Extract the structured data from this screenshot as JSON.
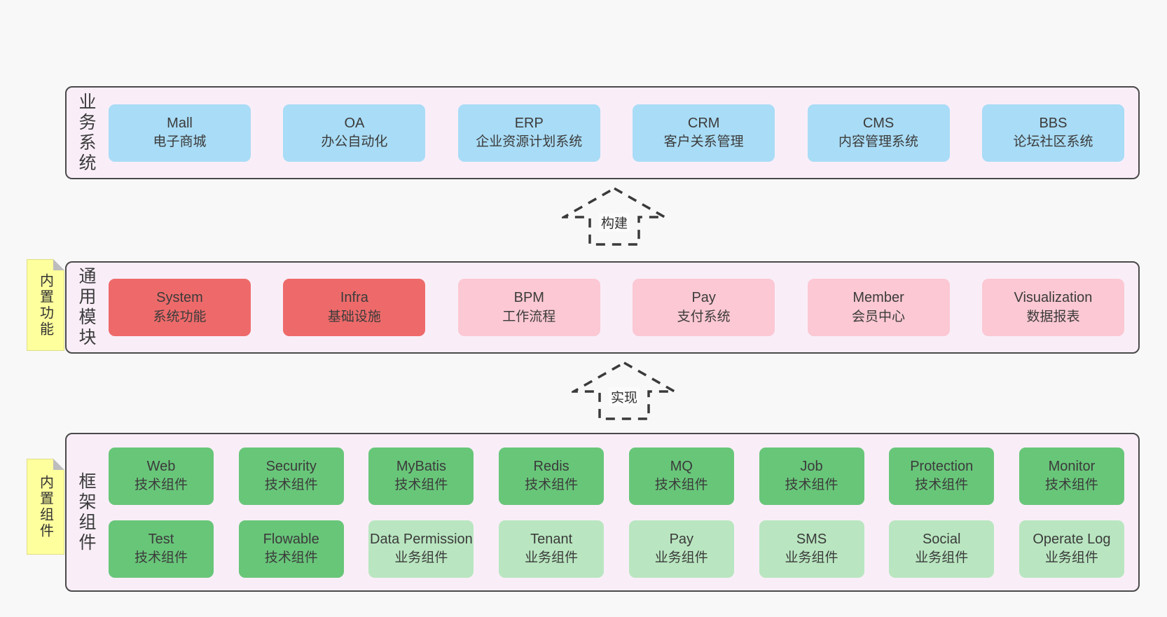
{
  "layers": {
    "business": {
      "side_label": "业务系统",
      "boxes": [
        {
          "name": "Mall",
          "subtitle": "电子商城"
        },
        {
          "name": "OA",
          "subtitle": "办公自动化"
        },
        {
          "name": "ERP",
          "subtitle": "企业资源计划系统"
        },
        {
          "name": "CRM",
          "subtitle": "客户关系管理"
        },
        {
          "name": "CMS",
          "subtitle": "内容管理系统"
        },
        {
          "name": "BBS",
          "subtitle": "论坛社区系统"
        }
      ]
    },
    "modules": {
      "side_label": "通用模块",
      "sticky_note": "内置功能",
      "boxes": [
        {
          "name": "System",
          "subtitle": "系统功能"
        },
        {
          "name": "Infra",
          "subtitle": "基础设施"
        },
        {
          "name": "BPM",
          "subtitle": "工作流程"
        },
        {
          "name": "Pay",
          "subtitle": "支付系统"
        },
        {
          "name": "Member",
          "subtitle": "会员中心"
        },
        {
          "name": "Visualization",
          "subtitle": "数据报表"
        }
      ]
    },
    "components": {
      "side_label": "框架组件",
      "sticky_note": "内置组件",
      "rows": [
        [
          {
            "name": "Web",
            "subtitle": "技术组件"
          },
          {
            "name": "Security",
            "subtitle": "技术组件"
          },
          {
            "name": "MyBatis",
            "subtitle": "技术组件"
          },
          {
            "name": "Redis",
            "subtitle": "技术组件"
          },
          {
            "name": "MQ",
            "subtitle": "技术组件"
          },
          {
            "name": "Job",
            "subtitle": "技术组件"
          },
          {
            "name": "Protection",
            "subtitle": "技术组件"
          },
          {
            "name": "Monitor",
            "subtitle": "技术组件"
          }
        ],
        [
          {
            "name": "Test",
            "subtitle": "技术组件"
          },
          {
            "name": "Flowable",
            "subtitle": "技术组件"
          },
          {
            "name": "Data Permission",
            "subtitle": "业务组件"
          },
          {
            "name": "Tenant",
            "subtitle": "业务组件"
          },
          {
            "name": "Pay",
            "subtitle": "业务组件"
          },
          {
            "name": "SMS",
            "subtitle": "业务组件"
          },
          {
            "name": "Social",
            "subtitle": "业务组件"
          },
          {
            "name": "Operate Log",
            "subtitle": "业务组件"
          }
        ]
      ]
    }
  },
  "arrows": [
    {
      "label": "构建"
    },
    {
      "label": "实现"
    }
  ],
  "colors": {
    "page_bg": "#f8f8f8",
    "layer_bg": "#f9eef8",
    "layer_border": "#4a4a4a",
    "box_blue": "#a9dcf6",
    "box_red": "#ee6a6a",
    "box_pink": "#fbc8d3",
    "box_green": "#68c679",
    "box_green_light": "#b9e6c0",
    "note_yellow": "#feff9d",
    "text": "#3b3b3b"
  }
}
